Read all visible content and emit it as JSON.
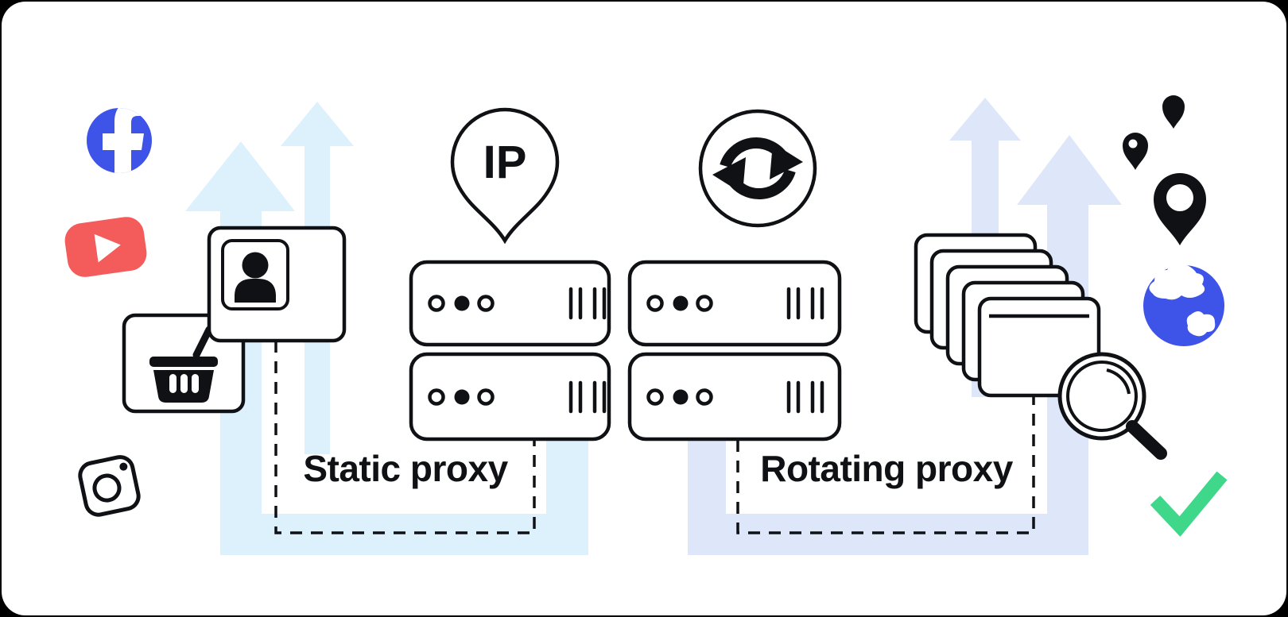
{
  "labels": {
    "static": "Static proxy",
    "rotating": "Rotating proxy",
    "ip": "IP"
  },
  "colors": {
    "arrow_left": "#ddf1fd",
    "arrow_right": "#dee7fa",
    "ink": "#0f1115",
    "facebook_blue": "#3e53e8",
    "globe_blue": "#3e53e8",
    "youtube_red": "#f45b5b",
    "check_green": "#3fd78a",
    "canvas": "#ffffff",
    "page": "#000000"
  },
  "icons": {
    "left_group": [
      "facebook-icon",
      "youtube-icon",
      "shopping-basket-icon",
      "user-profile-card-icon",
      "instagram-icon"
    ],
    "static_group": [
      "ip-location-pin-icon",
      "server-stack-icon"
    ],
    "rotating_group": [
      "rotation-refresh-icon",
      "server-stack-icon",
      "browser-window-stack-icon",
      "search-magnifier-icon"
    ],
    "right_group": [
      "location-pin-icon-small",
      "location-pin-icon-medium",
      "location-pin-icon-large",
      "globe-icon",
      "checkmark-icon"
    ]
  }
}
